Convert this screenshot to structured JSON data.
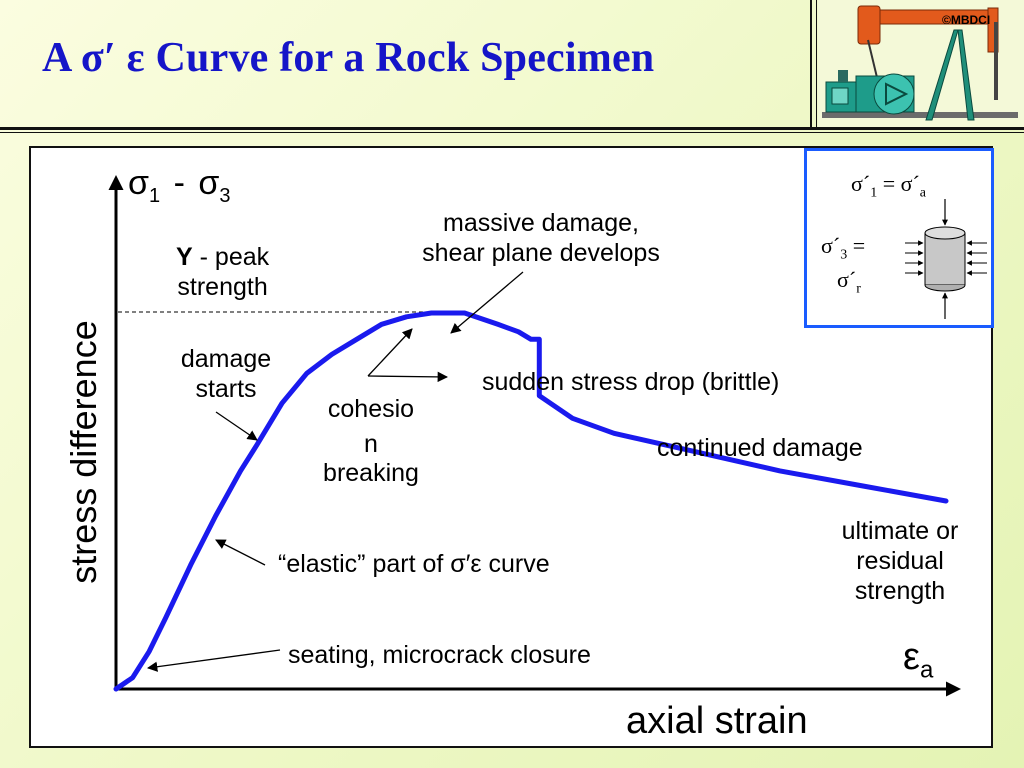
{
  "slide": {
    "title": "A σ′ ε Curve for a Rock Specimen",
    "copyright": "©MBDCI"
  },
  "colors": {
    "title": "#1515c8",
    "curve": "#1a1aee",
    "inset_border": "#1a5cff",
    "background": "#eef8c6"
  },
  "chart_data": {
    "type": "line",
    "xlabel": "axial strain",
    "ylabel": "stress difference",
    "x_symbol": "ε",
    "x_symbol_sub": "a",
    "y_symbol_a": "σ",
    "y_symbol_a_sub": "1",
    "y_symbol_sep": "-",
    "y_symbol_b": "σ",
    "y_symbol_b_sub": "3",
    "xlim": [
      0,
      100
    ],
    "ylim": [
      0,
      100
    ],
    "series": [
      {
        "x": [
          0,
          2,
          4,
          6,
          9,
          12,
          15,
          17,
          20,
          23,
          26,
          29,
          32,
          35,
          38,
          42,
          46,
          48.5,
          50,
          51,
          51,
          55,
          60,
          70,
          80,
          90,
          100
        ],
        "y": [
          0,
          3,
          10,
          19,
          33,
          46,
          58,
          65,
          76,
          84,
          89,
          93,
          97,
          99,
          100,
          100,
          97,
          95,
          93,
          93,
          78,
          72,
          68,
          63,
          58,
          54,
          50
        ]
      }
    ],
    "annotations": {
      "peak_y": "Y",
      "peak_label": "- peak",
      "peak_label2": "strength",
      "massive_1": "massive damage,",
      "massive_2": "shear plane develops",
      "damage_1": "damage",
      "damage_2": "starts",
      "cohesion_1": "cohesio",
      "cohesion_2": "n",
      "cohesion_3": "breaking",
      "sudden": "sudden stress drop (brittle)",
      "continued": "continued damage",
      "ultimate_1": "ultimate or",
      "ultimate_2": "residual",
      "ultimate_3": "strength",
      "elastic": "“elastic” part of σ′ε curve",
      "seating": "seating, microcrack closure"
    }
  },
  "inset": {
    "eq1_a": "σ´",
    "eq1_a_sub": "1",
    "eq1_eq": " = ",
    "eq1_b": "σ´",
    "eq1_b_sub": "a",
    "eq2_a": "σ´",
    "eq2_a_sub": "3",
    "eq2_eq": " =",
    "eq2_b": "σ´",
    "eq2_b_sub": "r"
  }
}
